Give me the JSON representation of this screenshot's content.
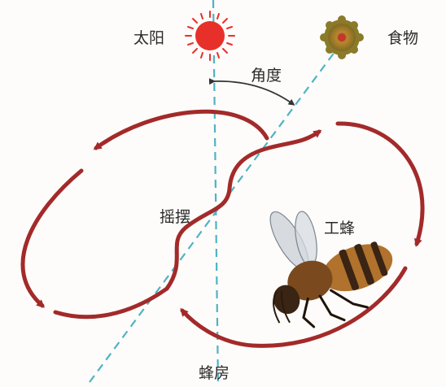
{
  "labels": {
    "sun": "太阳",
    "food": "食物",
    "angle": "角度",
    "waggle": "摇摆",
    "worker_bee": "工蜂",
    "hive": "蜂房"
  },
  "colors": {
    "path": "#a32a2a",
    "sun": "#e8302b",
    "sun_rays": "#e8302b",
    "food": "#9a7a2a",
    "hive_line": "#4fb3c4",
    "sun_line": "#4fb3c4",
    "angle_arrow": "#333333"
  },
  "icons": [
    "sun-icon",
    "food-icon",
    "bee-icon"
  ]
}
